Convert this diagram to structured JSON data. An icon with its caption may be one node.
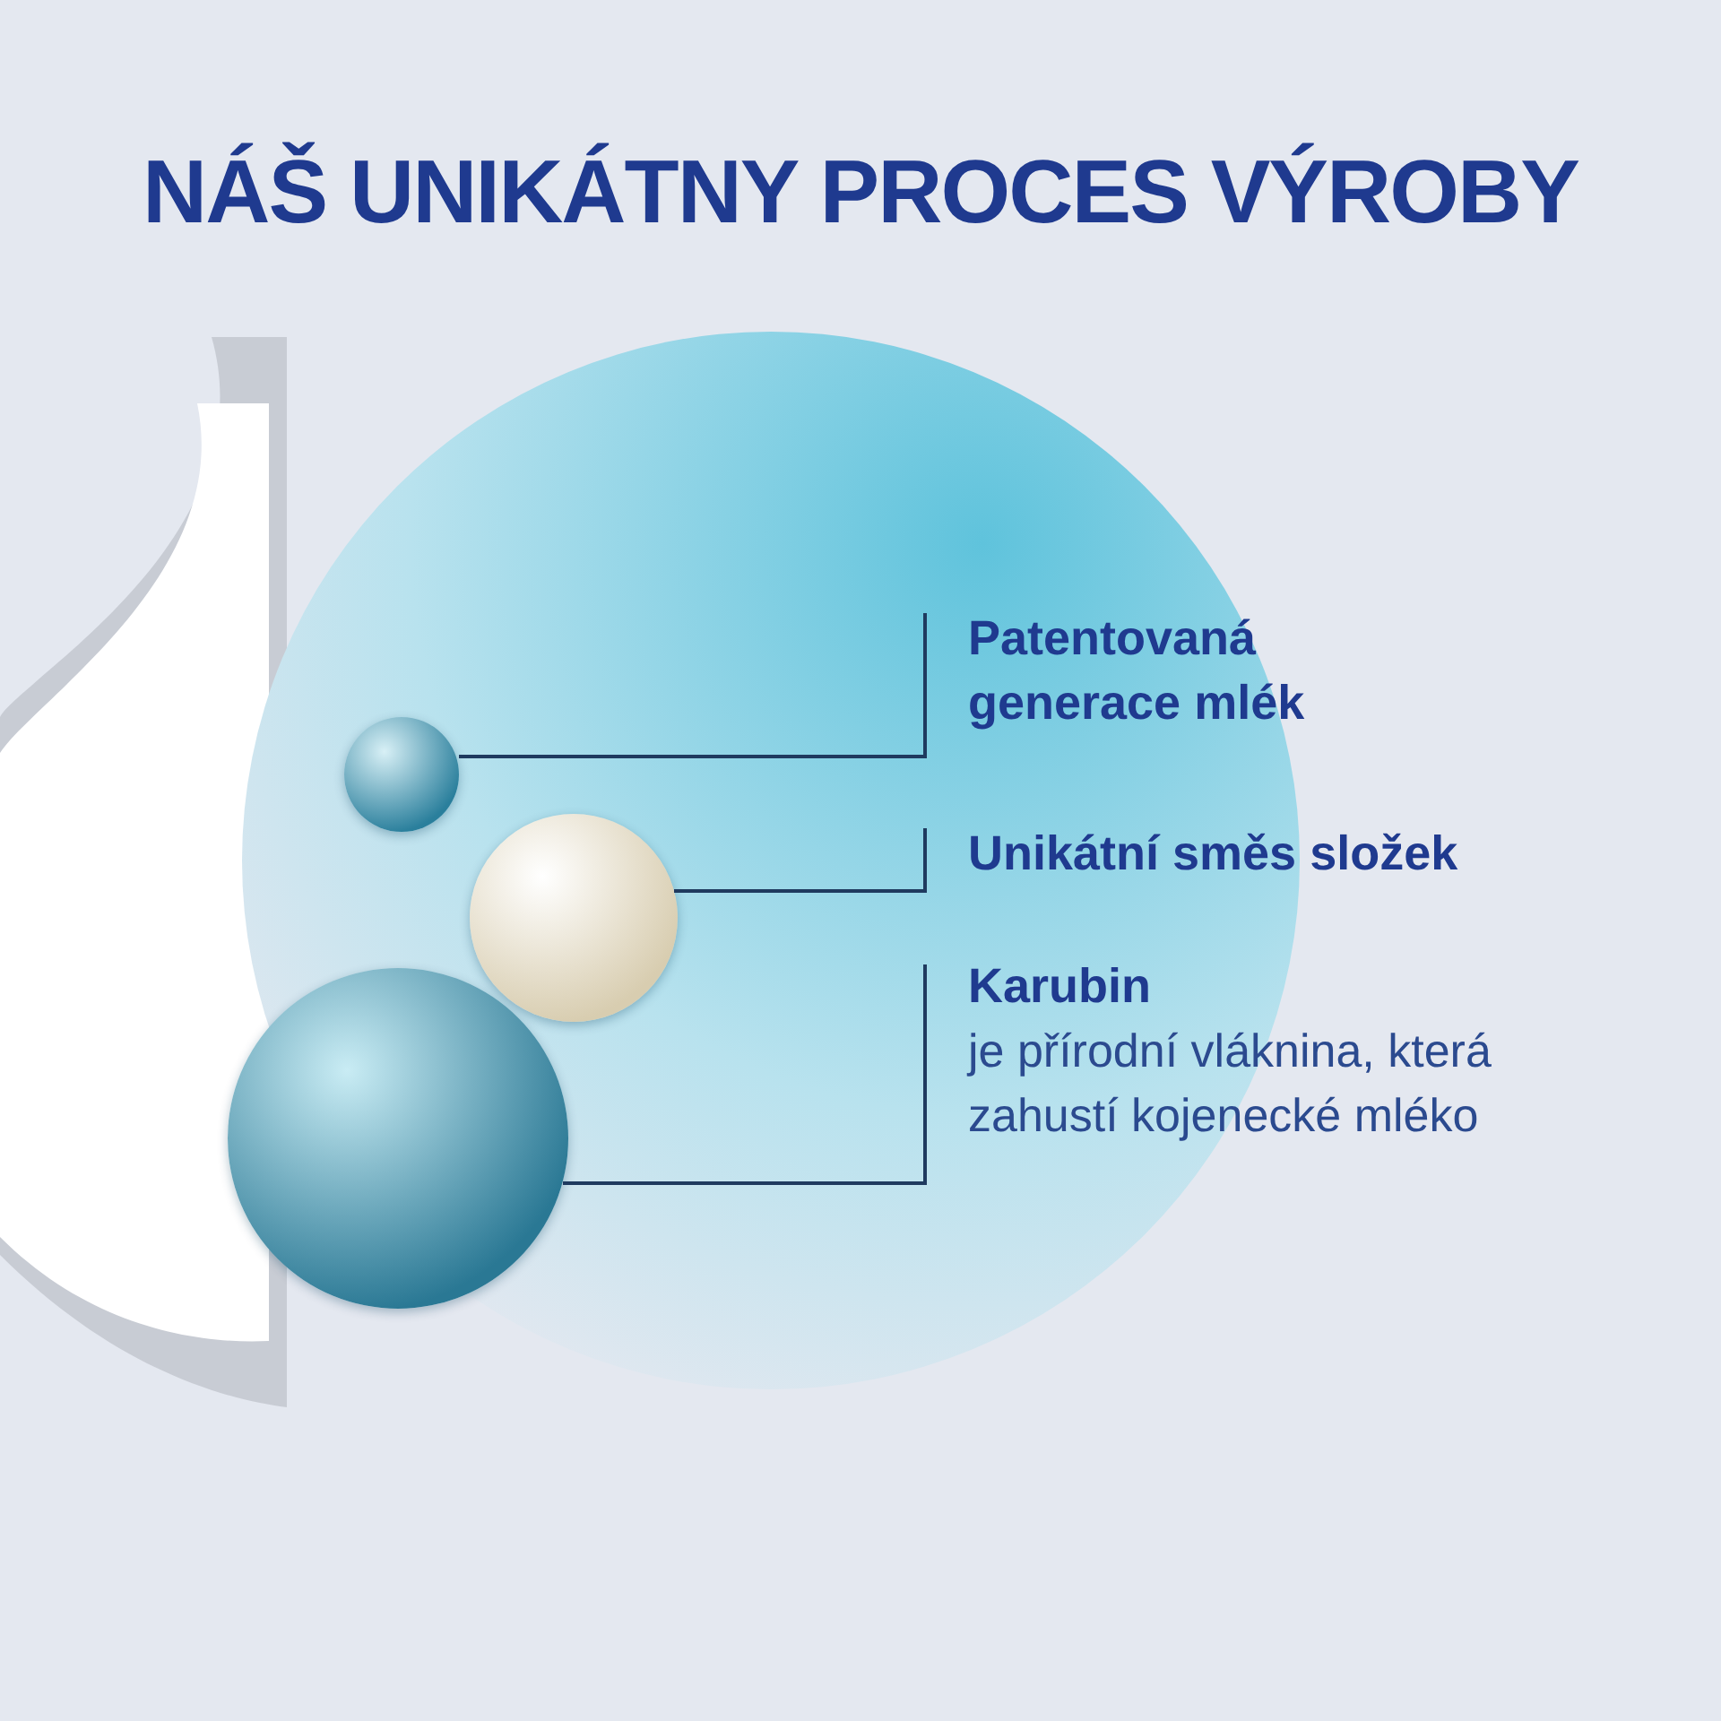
{
  "diagram": {
    "title": "NÁŠ UNIKÁTNY PROCES VÝROBY",
    "nodes": [
      {
        "text": [
          "Patentovaná generace mlék"
        ]
      },
      {
        "text": [],
        "shape": "circle"
      },
      {
        "text": [
          "Unikátní směs složek"
        ]
      },
      {
        "text": [],
        "shape": "circle"
      },
      {
        "text": [
          "Karubin",
          "je přírodní vláknina, která zahustí kojenecké mléko"
        ]
      },
      {
        "text": [],
        "shape": "circle"
      }
    ],
    "edges": [
      {
        "from": 0,
        "to": 1,
        "arrow": "none"
      },
      {
        "from": 2,
        "to": 3,
        "arrow": "none"
      },
      {
        "from": 4,
        "to": 5,
        "arrow": "none"
      }
    ]
  }
}
